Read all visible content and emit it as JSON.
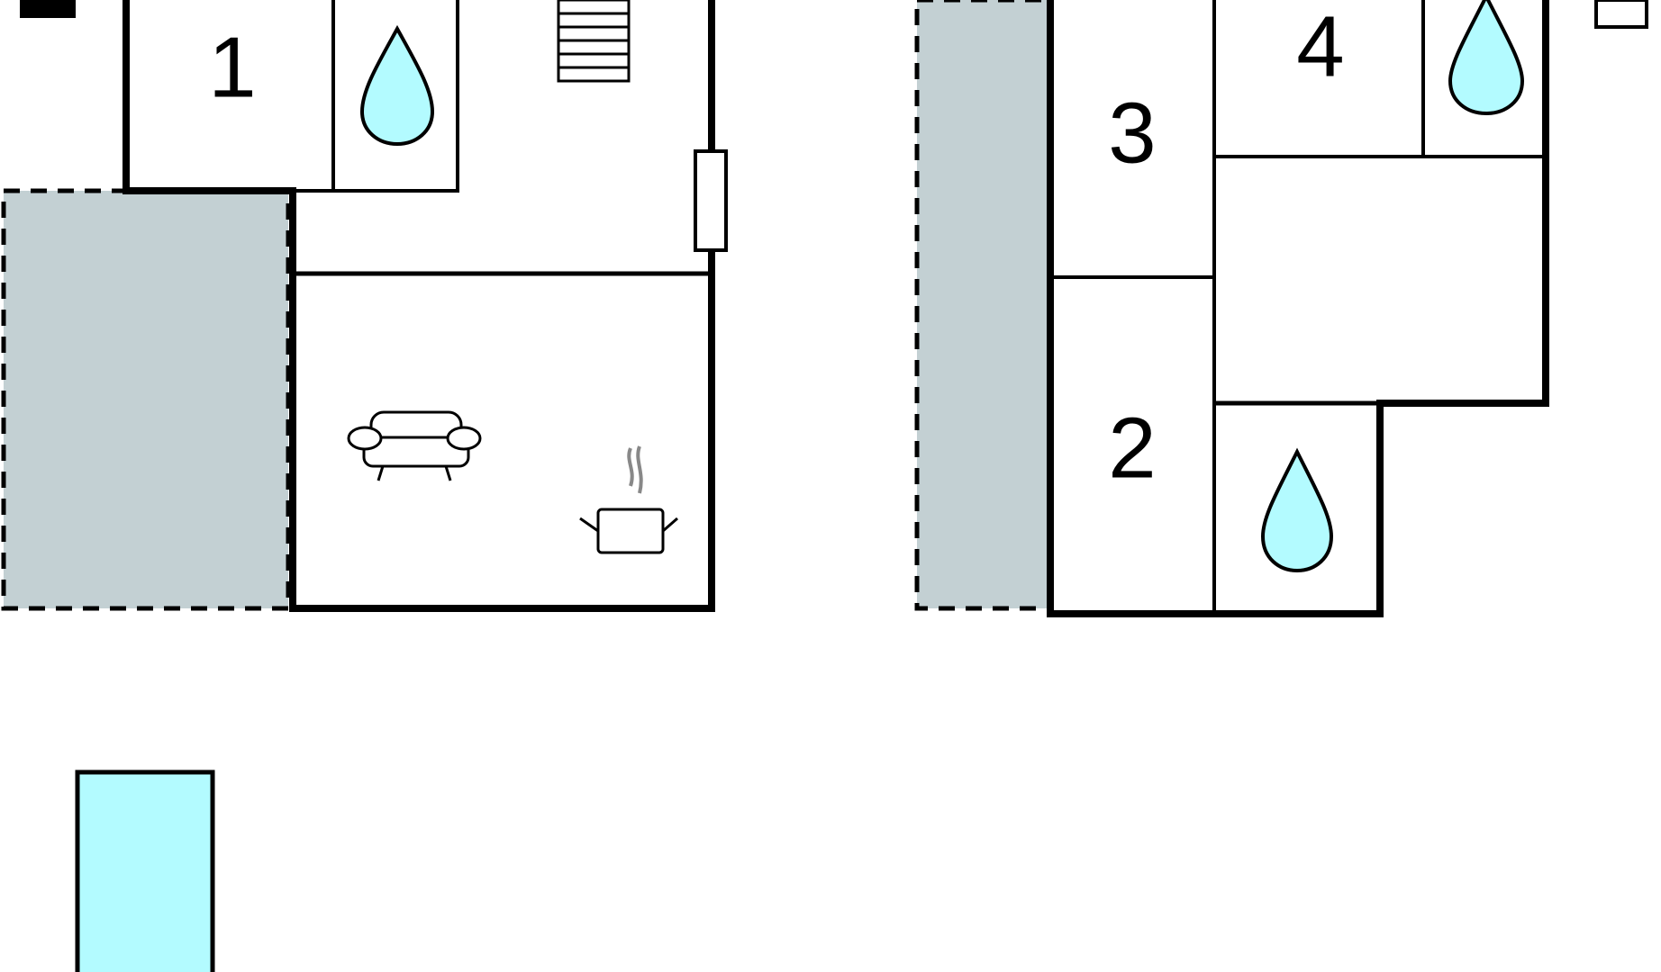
{
  "diagram": {
    "type": "floor-plan",
    "colors": {
      "wall": "#000000",
      "outdoor_area": "#c3d0d3",
      "water": "#b3fbff",
      "background": "#ffffff"
    },
    "rooms": [
      {
        "label": "1"
      },
      {
        "label": "2"
      },
      {
        "label": "3"
      },
      {
        "label": "4"
      }
    ],
    "icons": [
      "water-drop-icon",
      "sofa-icon",
      "cooking-pot-icon",
      "staircase-icon",
      "window-icon",
      "pool-icon"
    ]
  }
}
